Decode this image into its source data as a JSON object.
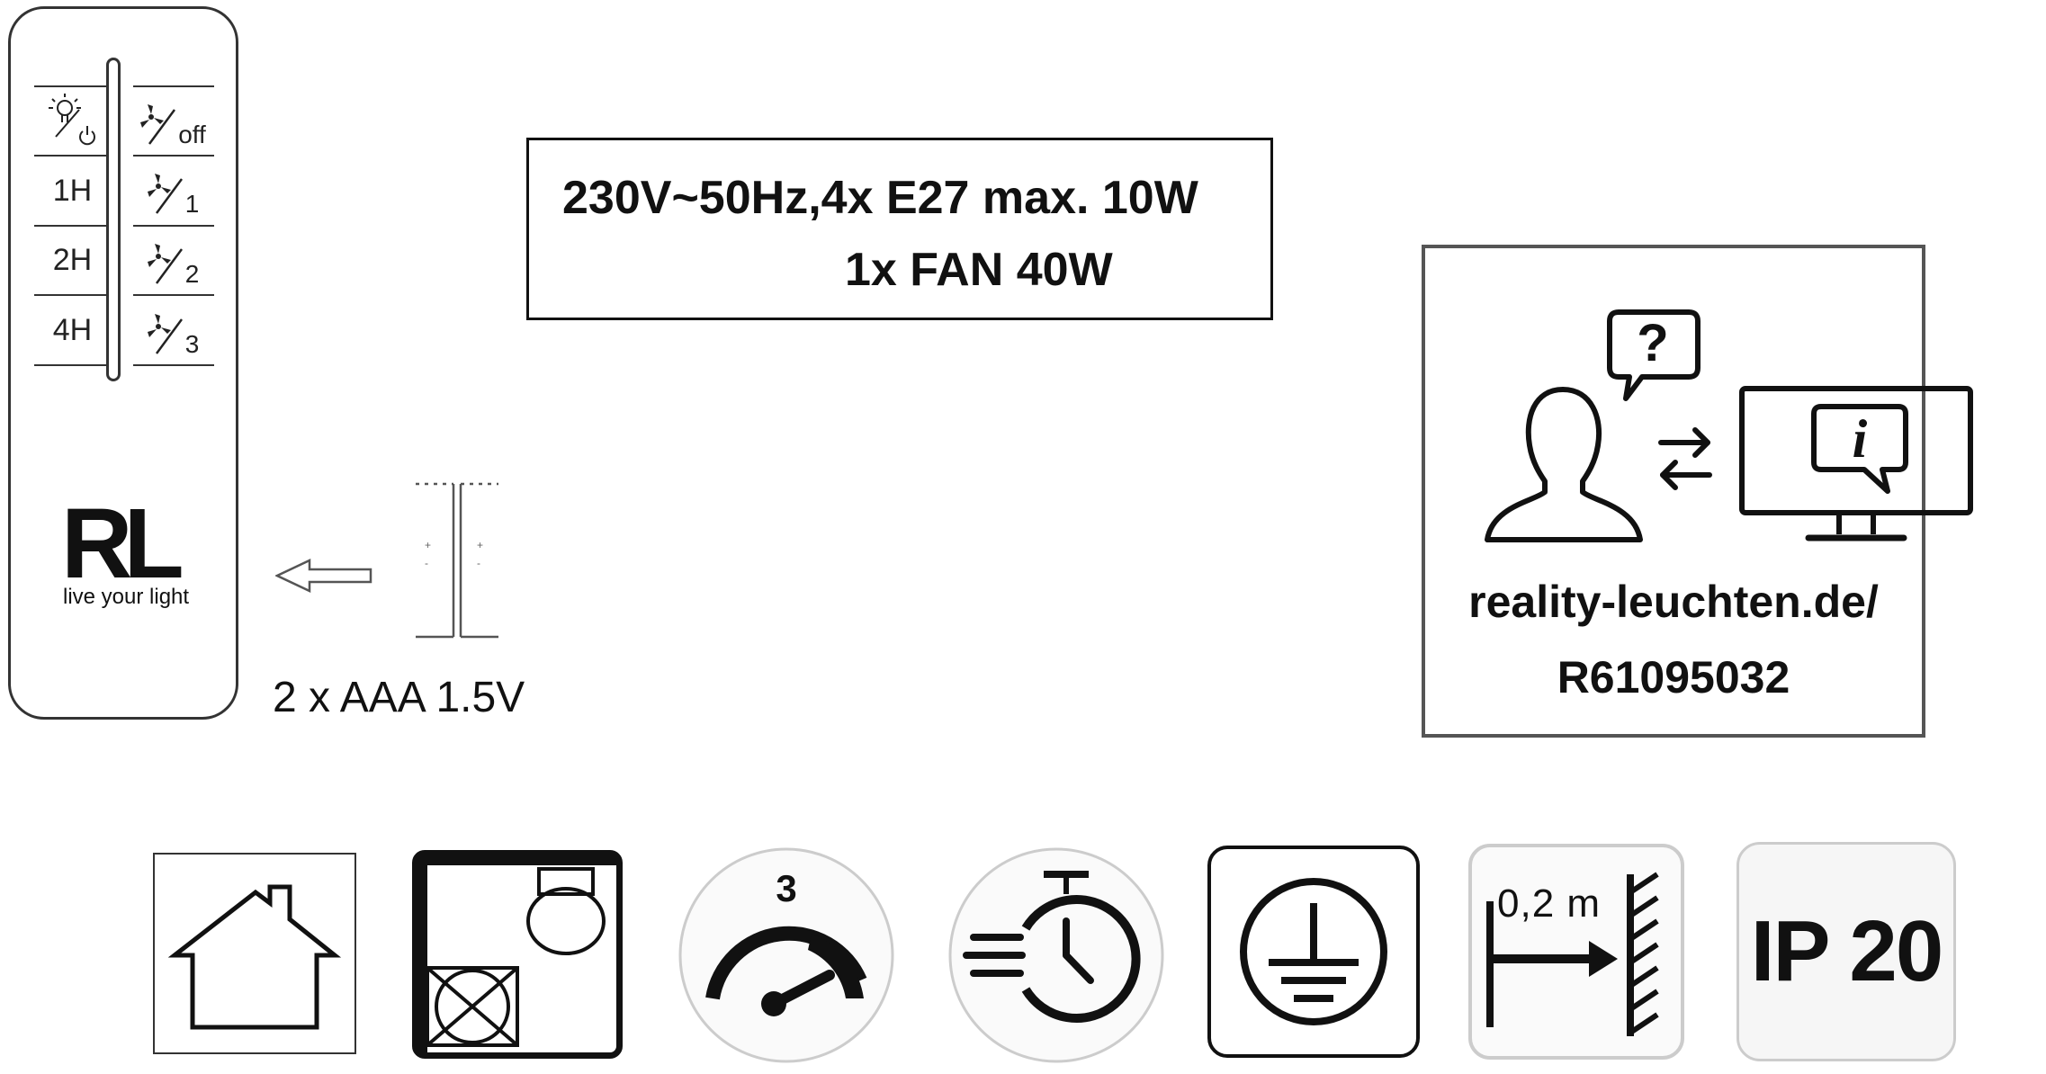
{
  "remote": {
    "timer_labels": [
      "1H",
      "2H",
      "4H"
    ],
    "fan_speed_labels": [
      "off",
      "1",
      "2",
      "3"
    ],
    "logo_text": "RL",
    "logo_tagline": "live your light",
    "icons": [
      "light-power-icon",
      "fan-icon"
    ]
  },
  "battery": {
    "label": "2 x AAA 1.5V",
    "icons": [
      "arrow-left-icon",
      "battery-pair-icon"
    ]
  },
  "specs": {
    "line1": "230V~50Hz,4x E27 max. 10W",
    "line2": "1x FAN 40W"
  },
  "info": {
    "url_line1": "reality-leuchten.de/",
    "url_line2": "R61095032",
    "question_mark": "?",
    "info_letter": "i",
    "icons": [
      "person-icon",
      "question-bubble-icon",
      "exchange-arrows-icon",
      "monitor-info-icon"
    ]
  },
  "symbols": {
    "speed_count": "3",
    "distance_label": "0,2 m",
    "ip_rating": "IP 20",
    "icons": [
      "indoor-house-icon",
      "not-for-insulated-ceiling-icon",
      "three-speed-icon",
      "timer-icon",
      "protective-earth-icon",
      "min-distance-icon",
      "ip20-icon"
    ]
  }
}
